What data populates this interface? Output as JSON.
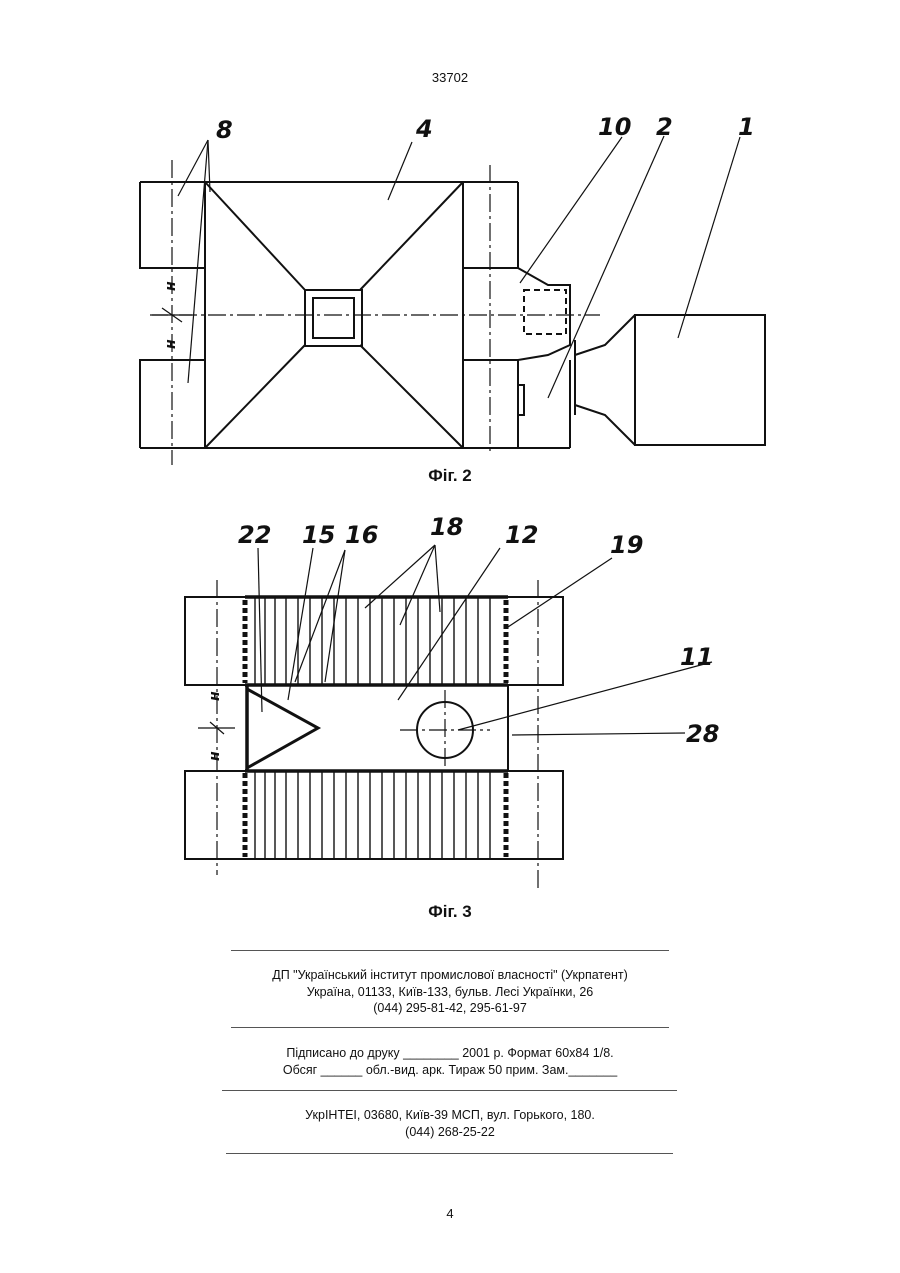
{
  "header": {
    "doc_number": "33702"
  },
  "figure2": {
    "caption": "Фіг. 2",
    "labels": [
      "8",
      "4",
      "10",
      "2",
      "1"
    ],
    "dim_labels": [
      "н",
      "н"
    ]
  },
  "figure3": {
    "caption": "Фіг. 3",
    "labels": [
      "22",
      "15",
      "16",
      "18",
      "12",
      "19",
      "11",
      "28"
    ],
    "dim_labels": [
      "н",
      "н"
    ]
  },
  "publisher": {
    "line1": "ДП \"Український інститут промислової власності\" (Укрпатент)",
    "line2": "Україна, 01133, Київ-133, бульв. Лесі Українки, 26",
    "line3": "(044) 295-81-42, 295-61-97"
  },
  "print_info": {
    "line1": "Підписано до друку ________ 2001 р.    Формат 60х84 1/8.",
    "line2": "Обсяг ______ обл.-вид. арк.   Тираж 50 прим.    Зам._______"
  },
  "printer": {
    "line1": "УкрІНТЕІ, 03680, Київ-39 МСП, вул. Горького, 180.",
    "line2": "(044) 268-25-22"
  },
  "footer": {
    "page_number": "4"
  }
}
